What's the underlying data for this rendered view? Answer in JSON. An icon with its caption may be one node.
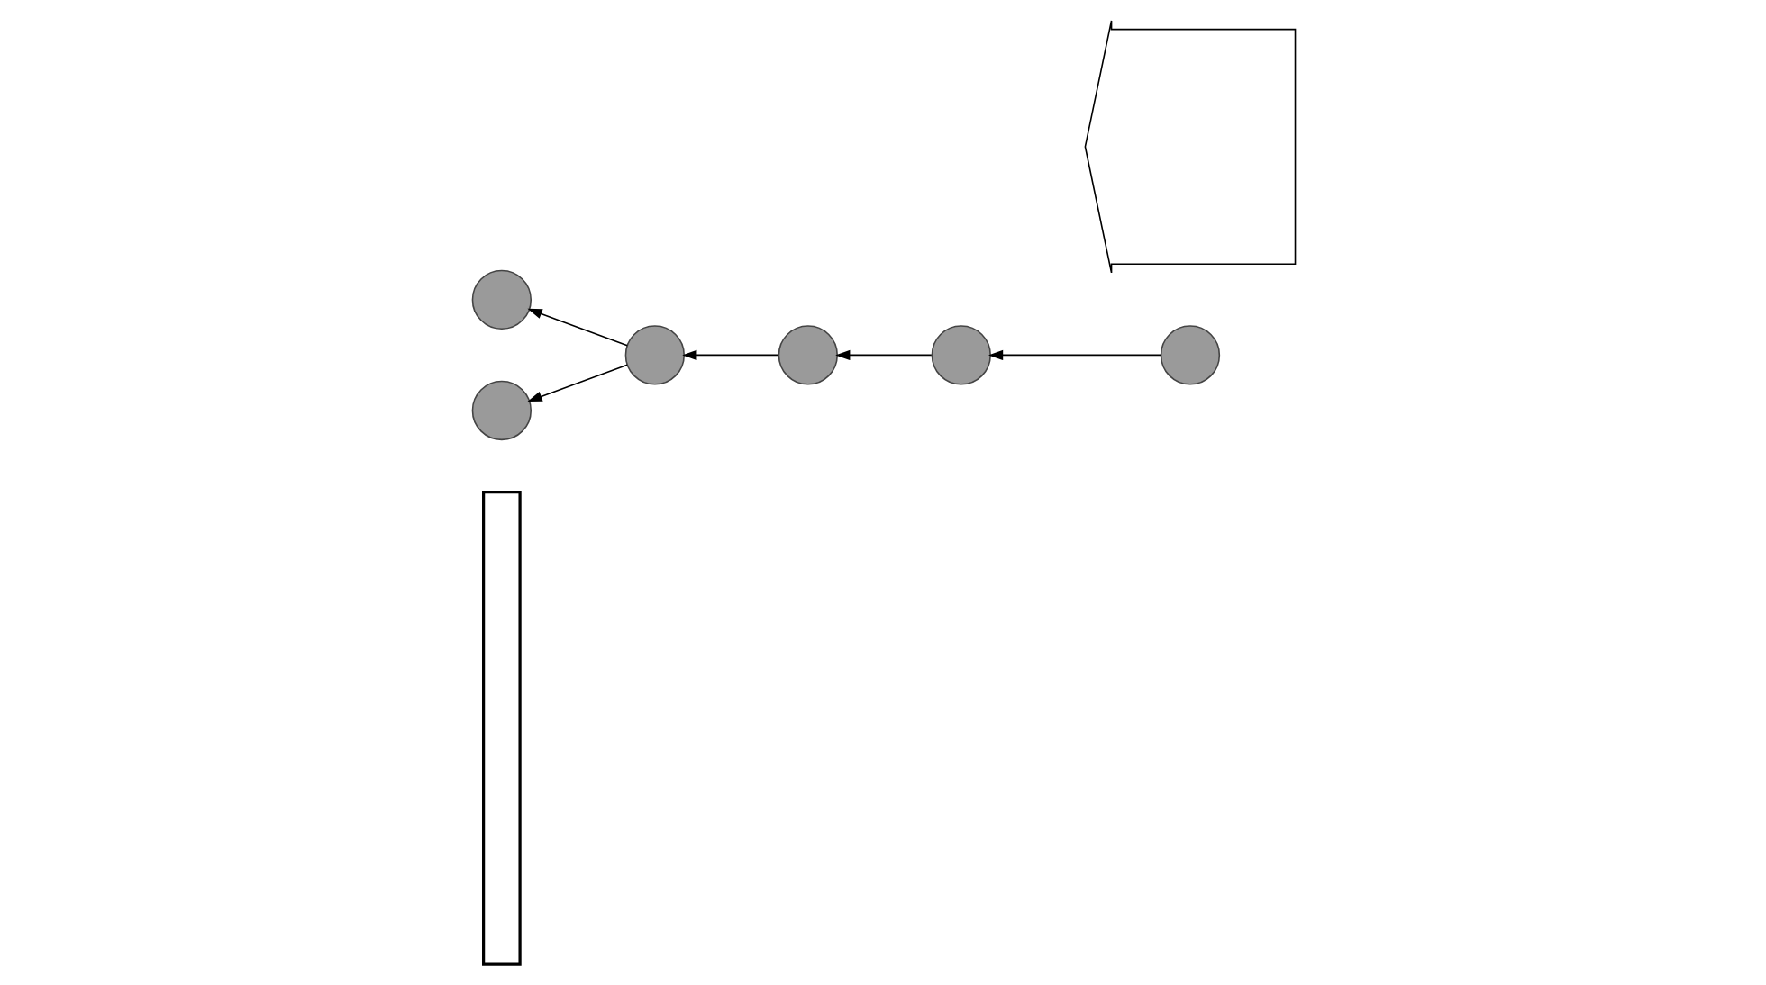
{
  "diagram": {
    "nodes": [
      {
        "text": [],
        "shape": "bar"
      },
      {
        "text": [],
        "shape": "circle"
      },
      {
        "text": [],
        "shape": "circle"
      },
      {
        "text": [],
        "shape": "circle"
      },
      {
        "text": [],
        "shape": "circle"
      },
      {
        "text": [],
        "shape": "circle"
      },
      {
        "text": [],
        "shape": "circle"
      },
      {
        "text": [],
        "shape": "arrow"
      }
    ],
    "edges": [
      {
        "from": 6,
        "to": 5,
        "arrow": "to"
      },
      {
        "from": 5,
        "to": 3,
        "arrow": "to"
      },
      {
        "from": 3,
        "to": 1,
        "arrow": "to"
      },
      {
        "from": 1,
        "to": 2,
        "arrow": "to"
      },
      {
        "from": 1,
        "to": 4,
        "arrow": "to"
      }
    ]
  }
}
